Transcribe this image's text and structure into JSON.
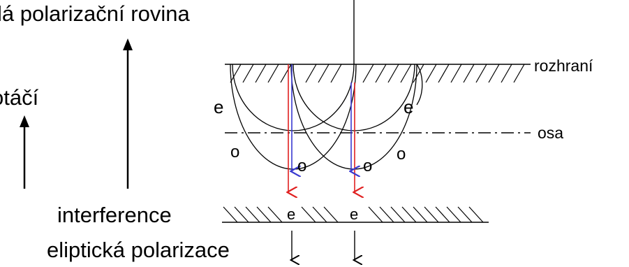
{
  "labels": {
    "top_left": "lá polarizační rovina",
    "left": "otáčí",
    "interference": "interference",
    "elliptical": "eliptická polarizace",
    "interface": "rozhraní",
    "axis": "osa",
    "e_left": "e",
    "e_right": "e",
    "o_left": "o",
    "o_right": "o",
    "o_ray_left": "o",
    "o_ray_right": "o",
    "e_bottom_left": "e",
    "e_bottom_right": "e"
  },
  "colors": {
    "red_ray": "#e02020",
    "blue_ray": "#3a3ad0",
    "line": "#000000"
  }
}
